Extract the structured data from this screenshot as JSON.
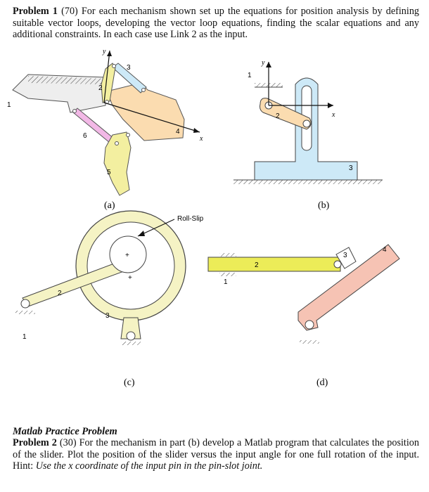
{
  "problem1": {
    "label": "Problem 1",
    "points": "(70)",
    "text": "For each mechanism shown set up the equations for position analysis by defining suitable vector loops, developing the vector loop equations, finding the scalar equations and any additional constraints.  In each case use Link 2 as the input."
  },
  "figures": {
    "a": {
      "caption": "(a)",
      "axis_x": "x",
      "axis_y": "y",
      "links": [
        "1",
        "2",
        "3",
        "4",
        "5",
        "6"
      ]
    },
    "b": {
      "caption": "(b)",
      "axis_x": "x",
      "axis_y": "y",
      "links": [
        "1",
        "2",
        "3"
      ]
    },
    "c": {
      "caption": "(c)",
      "note": "Roll-Slip",
      "links": [
        "1",
        "2",
        "3"
      ],
      "pivot_marks": [
        "+",
        "+"
      ]
    },
    "d": {
      "caption": "(d)",
      "links": [
        "1",
        "2",
        "3",
        "4"
      ]
    }
  },
  "matlab": {
    "heading": "Matlab Practice Problem",
    "label": "Problem 2",
    "points": "(30)",
    "text": "For the mechanism in part (b) develop a Matlab program that calculates the position of the slider.  Plot the position of the slider versus the input angle for one full rotation of the input.",
    "hint_label": "Hint:",
    "hint": "Use the x coordinate of the input pin in the pin-slot joint."
  },
  "colors": {
    "link_yellow": "#f3efa0",
    "link_blue": "#cde9f7",
    "link_peach": "#fbdcb0",
    "link_pink": "#f2b8e6",
    "link_salmon": "#f6c3b4",
    "slider_yellow": "#ecec58",
    "ring_cream": "#f5f3c4"
  }
}
